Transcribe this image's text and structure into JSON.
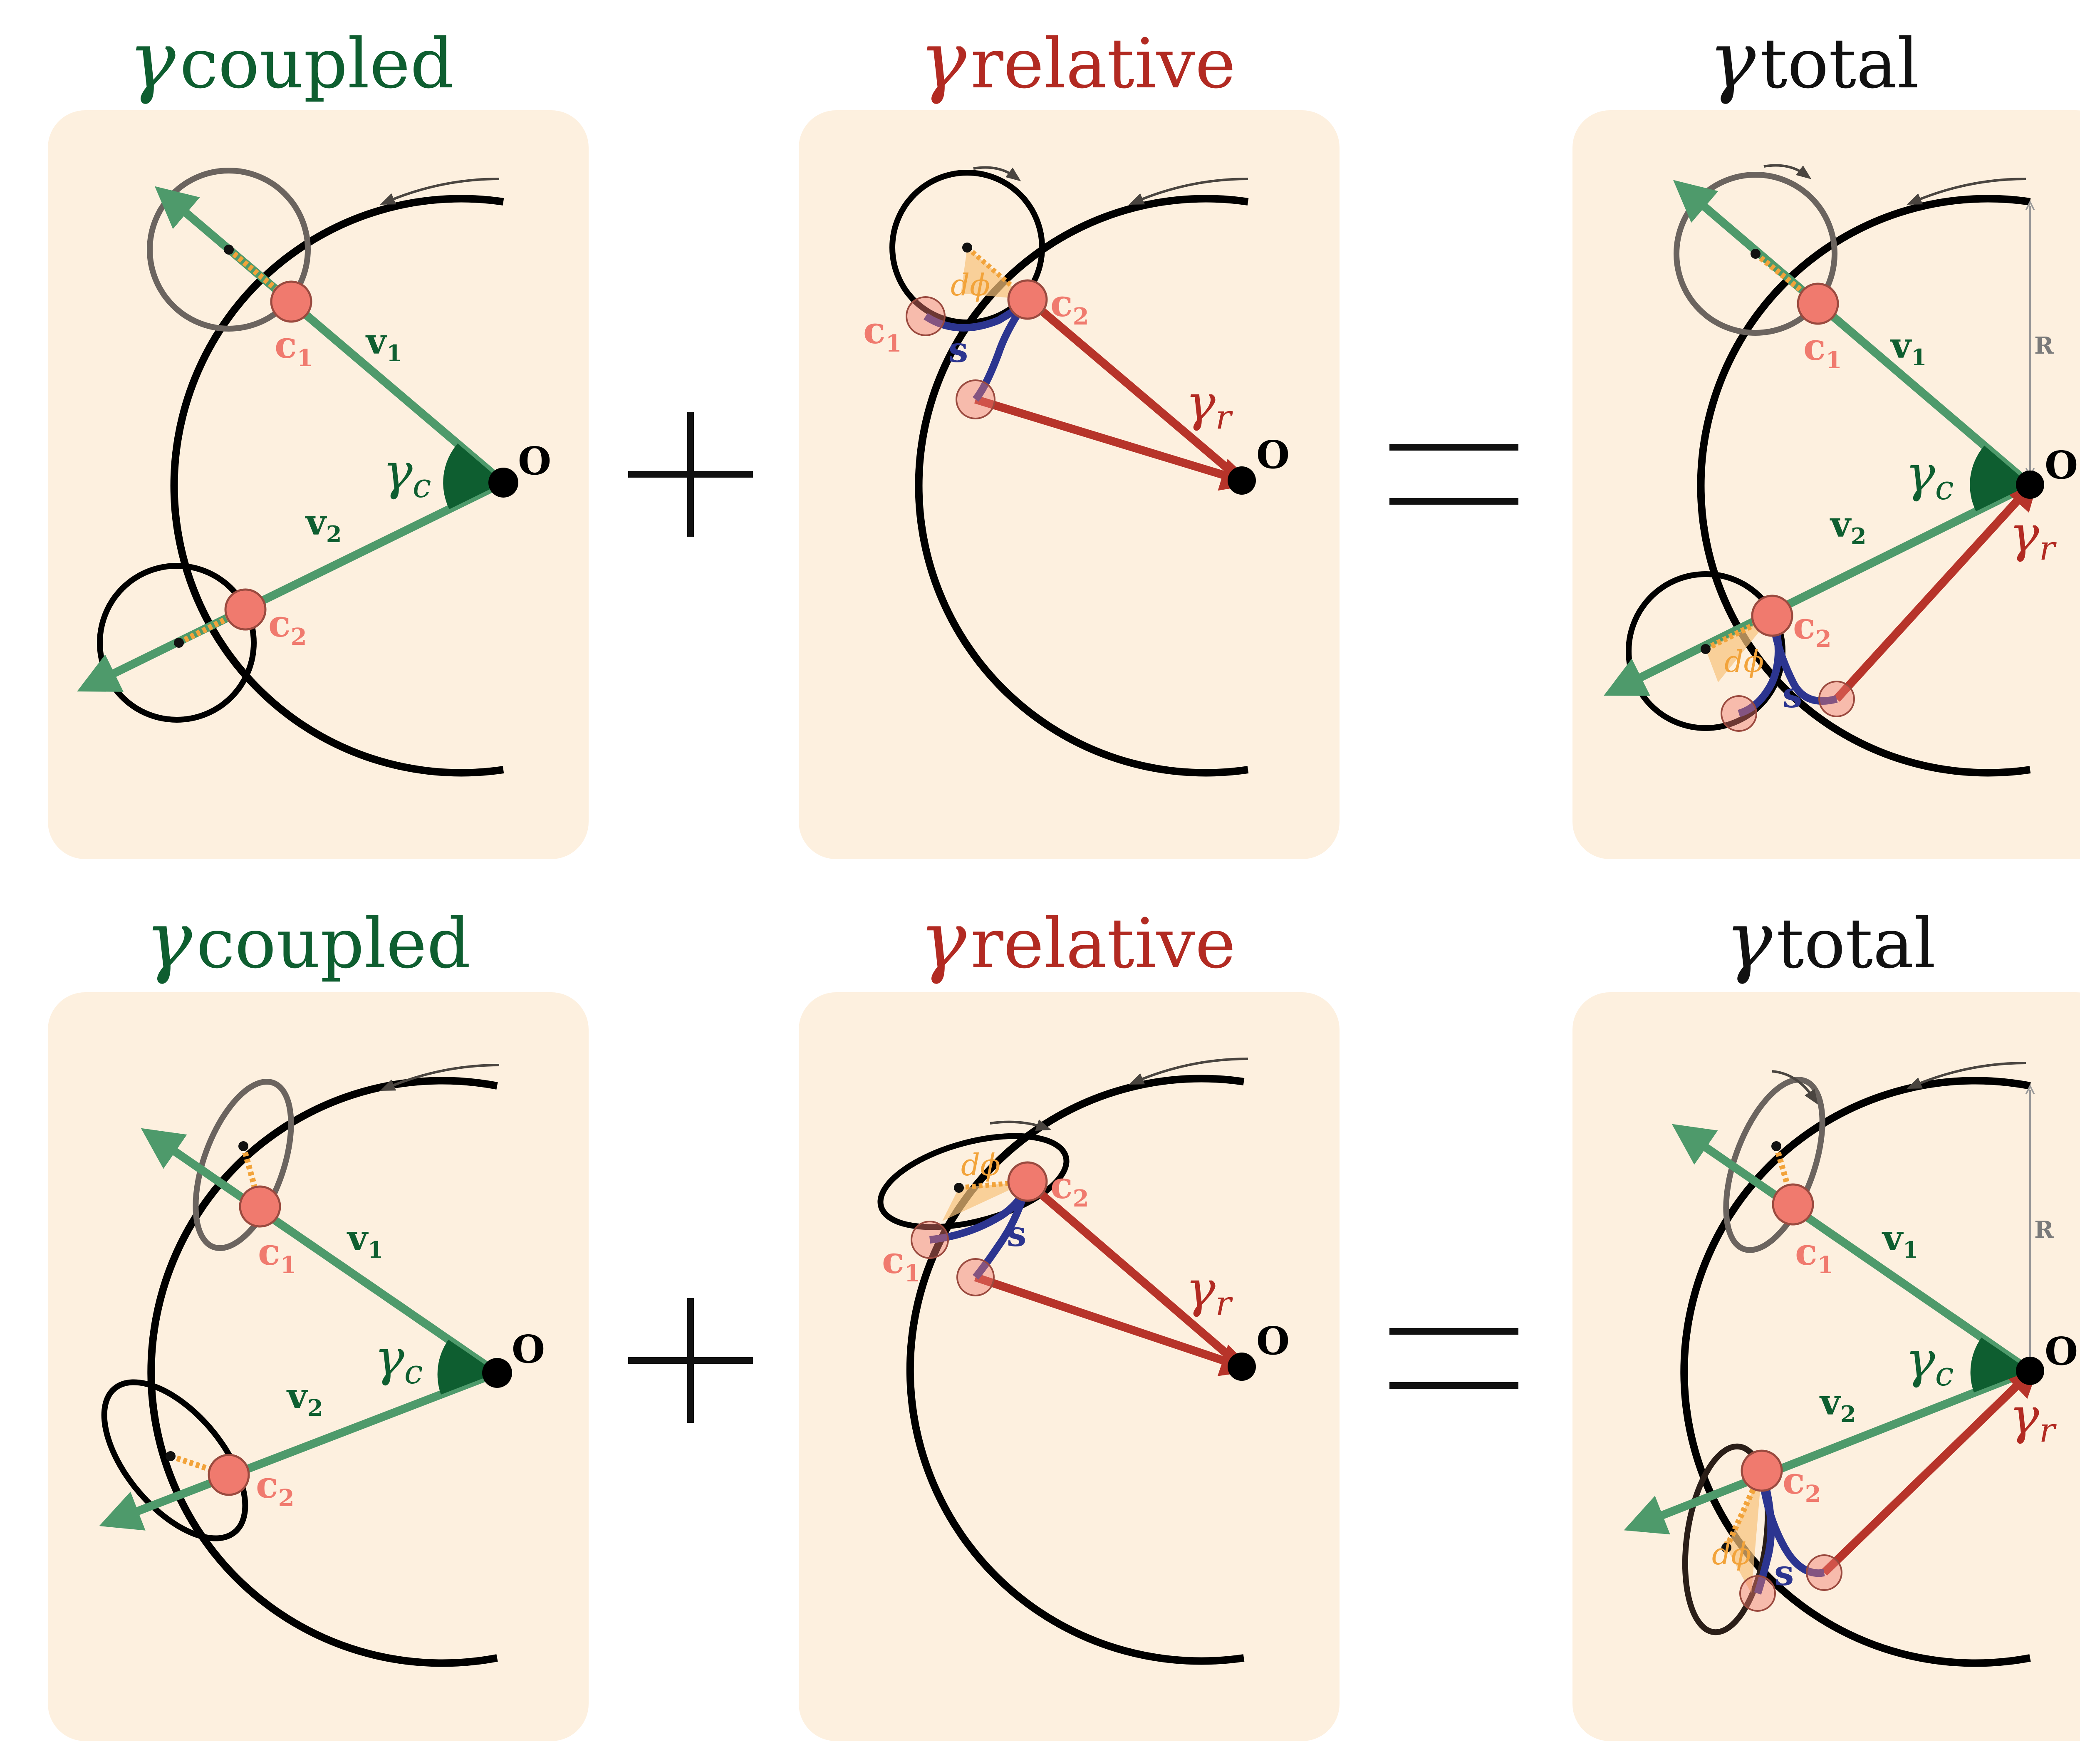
{
  "rows": [
    {
      "panels": [
        {
          "greek": "γ",
          "sub": "coupled",
          "color": "#0e5e30"
        },
        {
          "greek": "γ",
          "sub": "relative",
          "color": "#b22a22"
        },
        {
          "greek": "γ",
          "sub": "total",
          "color": "#111111"
        }
      ]
    },
    {
      "panels": [
        {
          "greek": "γ",
          "sub": "coupled",
          "color": "#0e5e30"
        },
        {
          "greek": "γ",
          "sub": "relative",
          "color": "#b22a22"
        },
        {
          "greek": "γ",
          "sub": "total",
          "color": "#111111"
        }
      ]
    }
  ],
  "operators": {
    "plus": "+",
    "equals": "="
  },
  "labels": {
    "c1_base": "c",
    "c1_sub": "1",
    "c2_base": "c",
    "c2_sub": "2",
    "v1_base": "v",
    "v1_sub": "1",
    "v2_base": "v",
    "v2_sub": "2",
    "origin": "O",
    "gamma_c_base": "γ",
    "gamma_c_sub": "c",
    "gamma_r_base": "γ",
    "gamma_r_sub": "r",
    "s": "s",
    "dphi": "dϕ",
    "radius": "R"
  },
  "colors": {
    "panel_bg": "#fdf0df",
    "green_title": "#0e5e30",
    "red_title": "#b22a22",
    "green_vector": "#4e9a6b",
    "contact_point": "#f07a6e",
    "link_blue": "#2c3590",
    "arm_red": "#b7342a",
    "dphi_orange": "#f2a33a",
    "loop_gray": "#6b645f"
  }
}
